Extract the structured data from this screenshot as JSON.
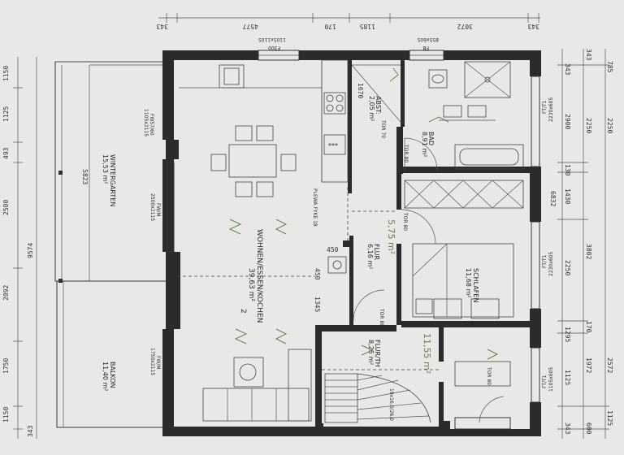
{
  "rooms": {
    "wintergarten": {
      "name": "WINTERGARTEN",
      "area": "15,53 m²"
    },
    "balkon": {
      "name": "BALKON",
      "area": "11,40 m²"
    },
    "wohnen": {
      "name": "WOHNEN/ESSEN/KOCHEN",
      "area": "39,63 m²",
      "note": "2"
    },
    "abst": {
      "name": "ABST:",
      "area": "2,05 m²"
    },
    "bad": {
      "name": "BAD",
      "area": "8,91 m²"
    },
    "flur": {
      "name": "FLUR",
      "area": "6,16 m²"
    },
    "flur_pen": "5,75 m²",
    "schlafen": {
      "name": "SCHLAFEN",
      "area": "11,68 m²"
    },
    "flur_th": {
      "name": "FLUR/TH",
      "area": "8,25 m²"
    },
    "flur_th_pen": "11,55 m²"
  },
  "labels": {
    "tor70": "TOR 70",
    "tor80_a": "TOR 80",
    "tor80_b": "TOR 80",
    "tor80_c": "TOR 80",
    "tor80_d": "TOR 80",
    "plewa": "PLEWA FYKE 18",
    "stair": "19x16,0/26,0",
    "f300": "F300",
    "f300_sub": "1105x1105",
    "fb": "FB",
    "fb_sub": "855x605",
    "fw_kitchen": "FW57/60",
    "fw_kitchen_sub": "1105x2115",
    "fw_living": "FW/M",
    "fw_living_sub": "2500x2115",
    "fw_balcony": "FW/M",
    "fw_balcony_sub": "1750x2115",
    "ft_bad": "FT/T1",
    "ft_bad_sub": "2230x605",
    "ft_schl": "FT/T1",
    "ft_schl_sub": "2230x605",
    "ft_flur": "FT/T1",
    "ft_flur_sub": "1105x605"
  },
  "dims": {
    "d5823": "5823",
    "d450a": "450",
    "d450b": "450",
    "d1345": "1345",
    "d1670": "1670",
    "top": [
      "343",
      "4577",
      "170",
      "1185",
      "3072",
      "343"
    ],
    "left": [
      "1150",
      "1125",
      "493",
      "2500",
      "2092",
      "1750",
      "1150",
      "343"
    ],
    "left_total": "9574",
    "right_a": [
      "343",
      "2900",
      "130",
      "1430",
      "2250",
      "1295",
      "1125",
      "343"
    ],
    "right_total": "6832",
    "right_b": [
      "343",
      "2250",
      "3802",
      "170",
      "1972",
      "600"
    ],
    "right_c": [
      "785",
      "2250",
      "2572",
      "1125"
    ]
  }
}
